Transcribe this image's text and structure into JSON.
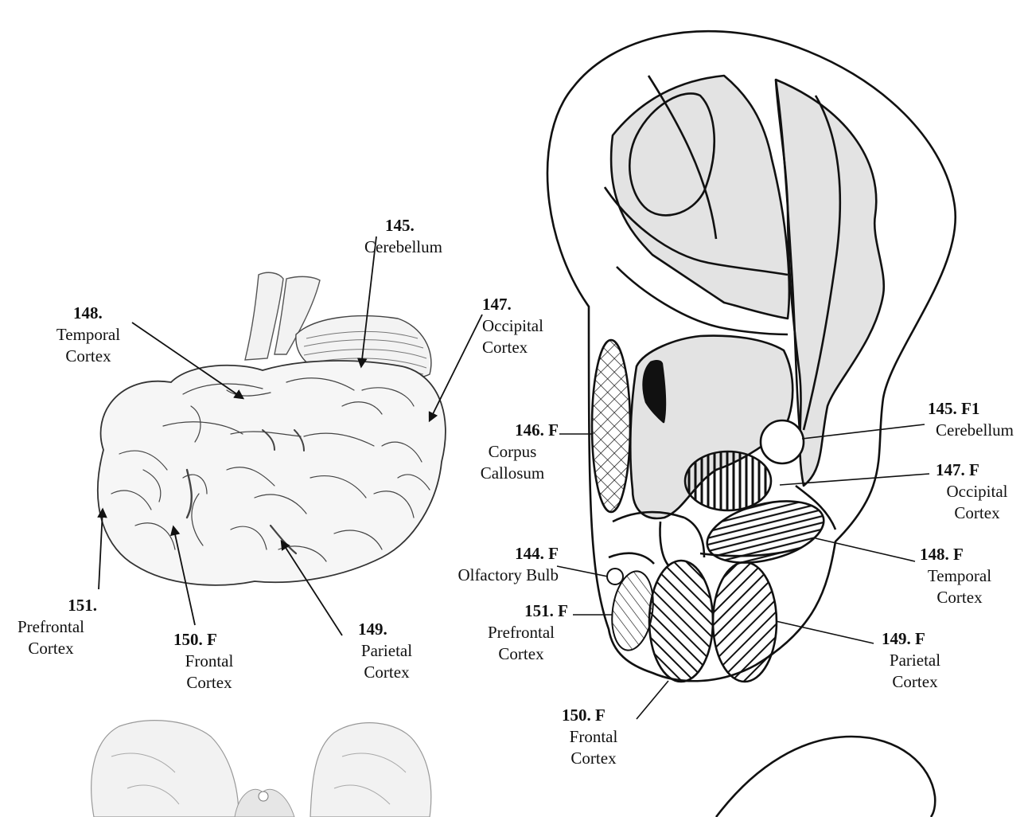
{
  "brain_labels": [
    {
      "key": "cerebellum",
      "number": "145.",
      "name": [
        "Cerebellum"
      ]
    },
    {
      "key": "occipital",
      "number": "147.",
      "name": [
        "Occipital",
        "Cortex"
      ]
    },
    {
      "key": "temporal",
      "number": "148.",
      "name": [
        "Temporal",
        "Cortex"
      ]
    },
    {
      "key": "prefrontal",
      "number": "151.",
      "name": [
        "Prefrontal",
        "Cortex"
      ]
    },
    {
      "key": "frontal",
      "number": "150. F",
      "name": [
        "Frontal",
        "Cortex"
      ]
    },
    {
      "key": "parietal",
      "number": "149.",
      "name": [
        "Parietal",
        "Cortex"
      ]
    }
  ],
  "ear_labels": [
    {
      "key": "cerebellum",
      "number": "145. F1",
      "name": [
        "Cerebellum"
      ]
    },
    {
      "key": "corpus-callosum",
      "number": "146. F",
      "name": [
        "Corpus",
        "Callosum"
      ]
    },
    {
      "key": "occipital",
      "number": "147. F",
      "name": [
        "Occipital",
        "Cortex"
      ]
    },
    {
      "key": "temporal",
      "number": "148. F",
      "name": [
        "Temporal",
        "Cortex"
      ]
    },
    {
      "key": "olfactory-bulb",
      "number": "144. F",
      "name": [
        "Olfactory Bulb"
      ]
    },
    {
      "key": "prefrontal",
      "number": "151. F",
      "name": [
        "Prefrontal",
        "Cortex"
      ]
    },
    {
      "key": "parietal",
      "number": "149. F",
      "name": [
        "Parietal",
        "Cortex"
      ]
    },
    {
      "key": "frontal",
      "number": "150. F",
      "name": [
        "Frontal",
        "Cortex"
      ]
    }
  ],
  "colors": {
    "line": "#111111",
    "shade": "#e3e3e3",
    "brain_fill": "#f6f6f6",
    "black": "#111111"
  }
}
